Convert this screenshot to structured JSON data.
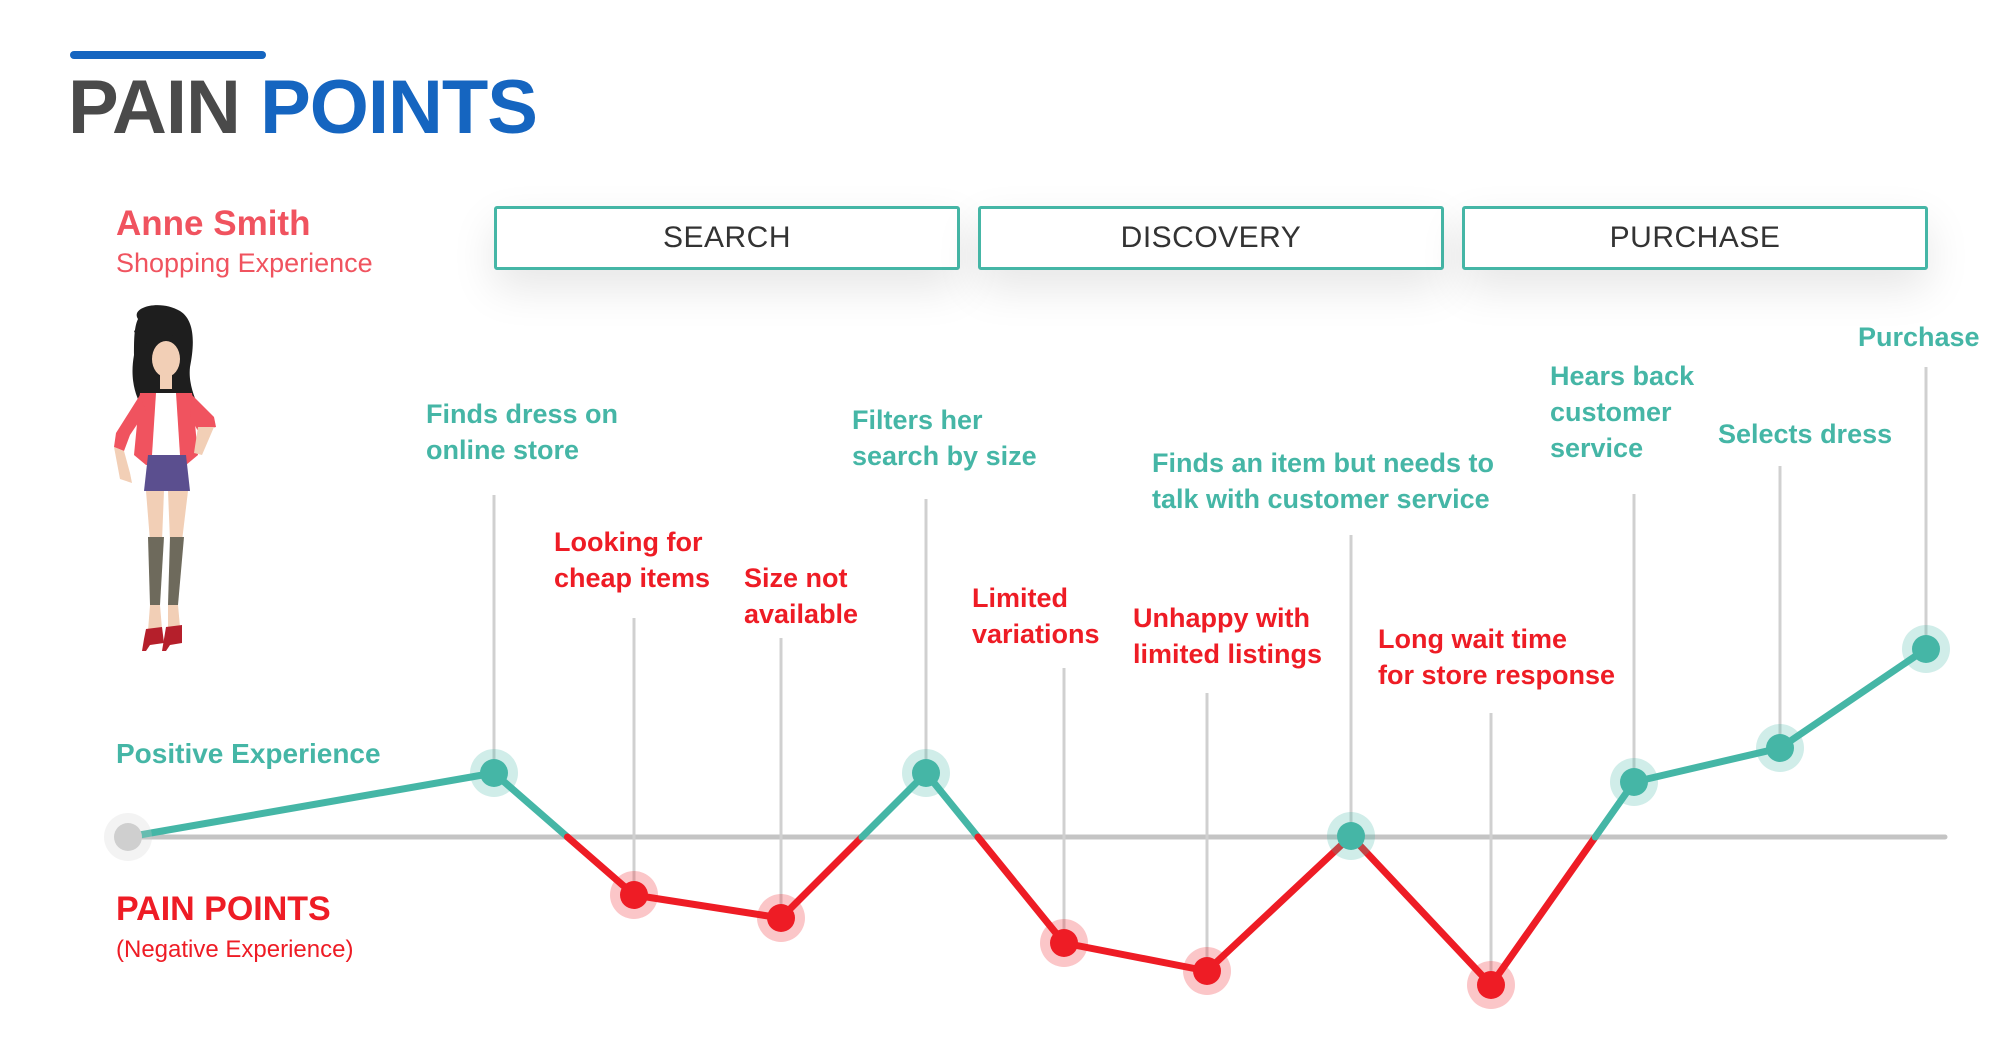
{
  "title": {
    "part1": "PAIN",
    "part2": "POINTS"
  },
  "persona": {
    "name": "Anne Smith",
    "subtitle": "Shopping Experience"
  },
  "stages": [
    "SEARCH",
    "DISCOVERY",
    "PURCHASE"
  ],
  "legend": {
    "positive": "Positive Experience",
    "pain_points": "PAIN POINTS",
    "pain_points_sub": "(Negative Experience)"
  },
  "colors": {
    "positive": "#45B6A6",
    "negative": "#EE1C25",
    "title_accent": "#1565C0",
    "title_dark": "#4a4a4a",
    "persona": "#F0535F",
    "baseline": "#c4c4c4",
    "start_point": "#cfcfcf"
  },
  "journey": [
    {
      "label": [],
      "sentiment": "neutral"
    },
    {
      "label": [
        "Finds dress on",
        "online store"
      ],
      "sentiment": "positive"
    },
    {
      "label": [
        "Looking for",
        "cheap items"
      ],
      "sentiment": "negative"
    },
    {
      "label": [
        "Size not",
        "available"
      ],
      "sentiment": "negative"
    },
    {
      "label": [
        "Filters her",
        "search by size"
      ],
      "sentiment": "positive"
    },
    {
      "label": [
        "Limited",
        "variations"
      ],
      "sentiment": "negative"
    },
    {
      "label": [
        "Unhappy with",
        "limited listings"
      ],
      "sentiment": "negative"
    },
    {
      "label": [
        "Finds an item but needs to",
        "talk with customer service"
      ],
      "sentiment": "positive"
    },
    {
      "label": [
        "Long wait time",
        "for store response"
      ],
      "sentiment": "negative"
    },
    {
      "label": [
        "Hears back",
        "customer",
        "service"
      ],
      "sentiment": "positive"
    },
    {
      "label": [
        "Selects dress"
      ],
      "sentiment": "positive"
    },
    {
      "label": [
        "Purchase"
      ],
      "sentiment": "positive"
    }
  ]
}
